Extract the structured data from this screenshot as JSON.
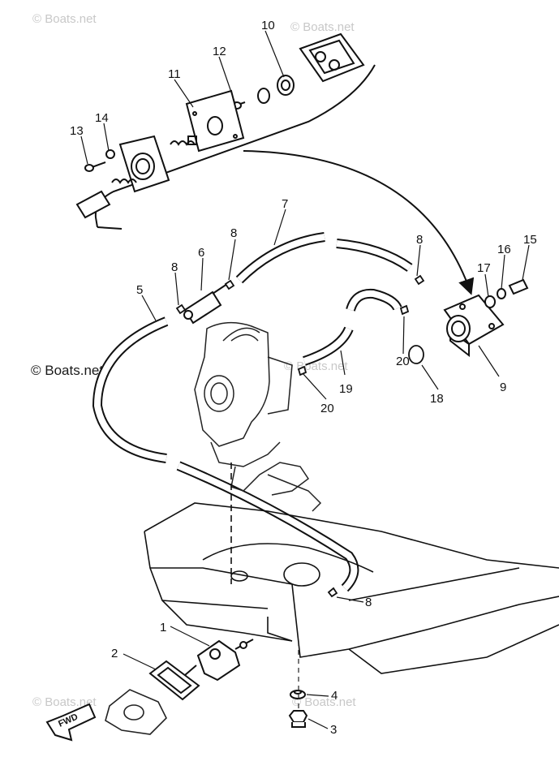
{
  "watermarks": {
    "top_left": "© Boats.net",
    "top_right": "© Boats.net",
    "left_mid": "© Boats.net",
    "center": "© Boats.net",
    "bottom_left": "© Boats.net",
    "bottom_right": "© Boats.net"
  },
  "fwd_label": "FWD",
  "callouts": {
    "c1": "1",
    "c2": "2",
    "c3": "3",
    "c4": "4",
    "c5": "5",
    "c6": "6",
    "c7": "7",
    "c8a": "8",
    "c8b": "8",
    "c8c": "8",
    "c8d": "8",
    "c9": "9",
    "c10": "10",
    "c11": "11",
    "c12": "12",
    "c13": "13",
    "c14": "14",
    "c15": "15",
    "c16": "16",
    "c17": "17",
    "c18": "18",
    "c19": "19",
    "c20a": "20",
    "c20b": "20"
  }
}
